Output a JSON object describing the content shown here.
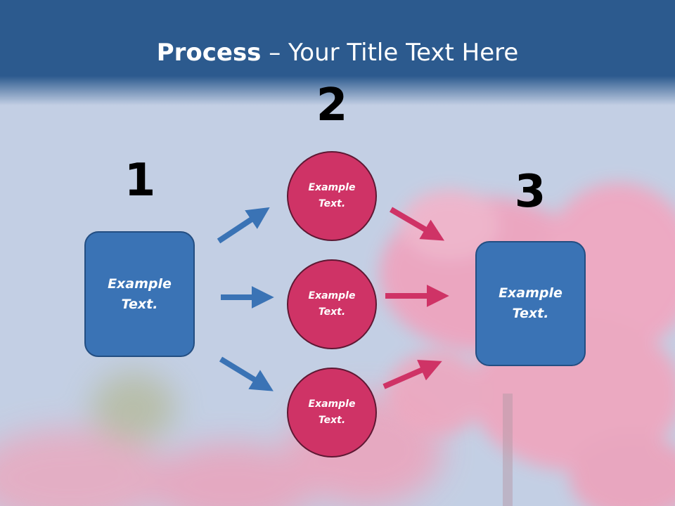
{
  "title": {
    "bold": "Process",
    "rest": " – Your Title Text Here"
  },
  "steps": {
    "one": "1",
    "two": "2",
    "three": "3"
  },
  "left_box": {
    "line1": "Example",
    "line2": "Text."
  },
  "circles": [
    {
      "line1": "Example",
      "line2": "Text."
    },
    {
      "line1": "Example",
      "line2": "Text."
    },
    {
      "line1": "Example",
      "line2": "Text."
    }
  ],
  "right_box": {
    "line1": "Example",
    "line2": "Text."
  },
  "colors": {
    "header": "#2c5a8e",
    "box_fill": "#3a73b5",
    "circle_fill": "#cf3366",
    "blue_arrow": "#3a73b5",
    "pink_arrow": "#cf3366"
  }
}
